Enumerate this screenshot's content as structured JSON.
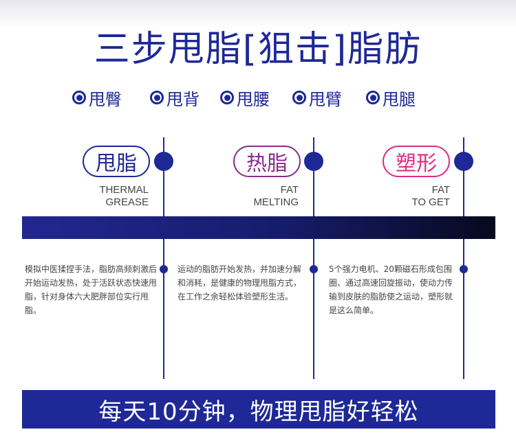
{
  "title": "三步甩脂[狙击]脂肪",
  "tags": [
    "甩臀",
    "甩背",
    "甩腰",
    "甩臂",
    "甩腿"
  ],
  "steps": [
    {
      "label": "甩脂",
      "en_line1": "THERMAL",
      "en_line2": "GREASE",
      "color": "#1e2896",
      "description": "模拟中医揉捏手法，脂肪高频刺激后开始运动发热，处于活跃状态快速甩脂，针对身体六大肥胖部位实行甩脂。"
    },
    {
      "label": "热脂",
      "en_line1": "FAT",
      "en_line2": "MELTING",
      "color": "#8a2c8c",
      "description": "运动的脂肪开始发热，并加速分解和消耗，是健康的物理甩脂方式，在工作之余轻松体验塑形生活。"
    },
    {
      "label": "塑形",
      "en_line1": "FAT",
      "en_line2": "TO GET",
      "color": "#e02a86",
      "description": "5个强力电机、20颗磁石形成包围圈、通过高速回旋振动，使动力传输到皮肤的脂肪使之运动，塑形就是这么简单。"
    }
  ],
  "footer": "每天10分钟，物理甩脂好轻松",
  "colors": {
    "primary": "#1e2896",
    "pink": "#e02a86",
    "purple": "#8a2c8c"
  }
}
